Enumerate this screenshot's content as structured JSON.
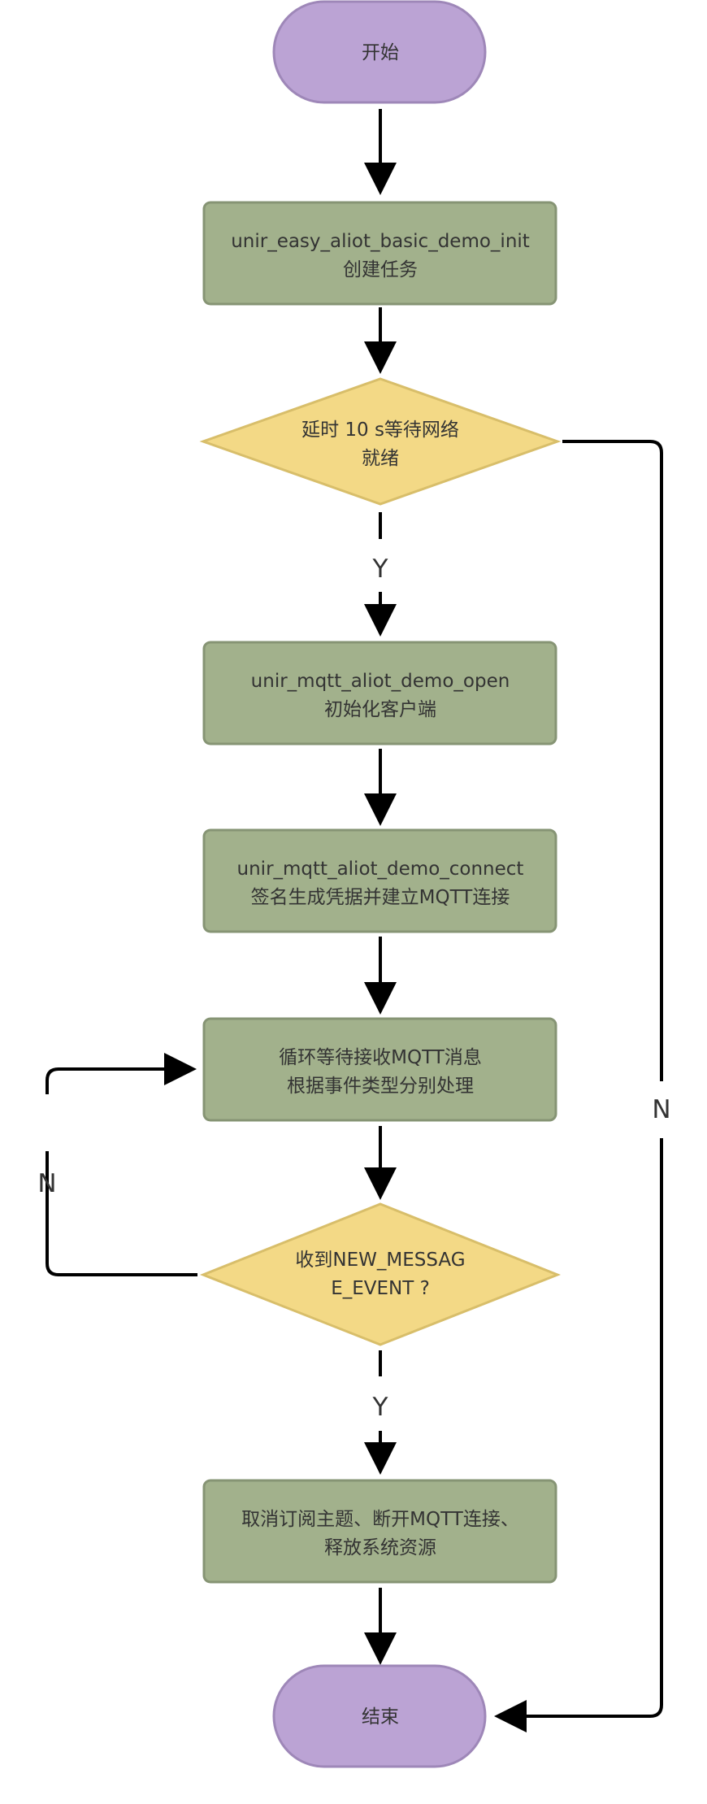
{
  "colors": {
    "terminal_fill": "#BBA3D4",
    "terminal_stroke": "#9E87B8",
    "process_fill": "#A2B18C",
    "process_stroke": "#869474",
    "decision_fill": "#F3D986",
    "decision_stroke": "#D8BE6A",
    "edge": "#000000",
    "text": "#333333"
  },
  "nodes": {
    "start": {
      "label": "开始"
    },
    "init": {
      "line1": "unir_easy_aliot_basic_demo_init",
      "line2": "创建任务"
    },
    "wait_network": {
      "line1": "延时 10 s等待网络",
      "line2": "就绪"
    },
    "open": {
      "line1": "unir_mqtt_aliot_demo_open",
      "line2": "初始化客户端"
    },
    "connect": {
      "line1": "unir_mqtt_aliot_demo_connect",
      "line2": "签名生成凭据并建立MQTT连接"
    },
    "loop": {
      "line1": "循环等待接收MQTT消息",
      "line2": "根据事件类型分别处理"
    },
    "check_event": {
      "line1": "收到NEW_MESSAG",
      "line2": "E_EVENT ?"
    },
    "cleanup": {
      "line1": "取消订阅主题、断开MQTT连接、",
      "line2": "释放系统资源"
    },
    "end": {
      "label": "结束"
    }
  },
  "edge_labels": {
    "wait_yes": "Y",
    "wait_no": "N",
    "event_yes": "Y",
    "event_no": "N"
  }
}
